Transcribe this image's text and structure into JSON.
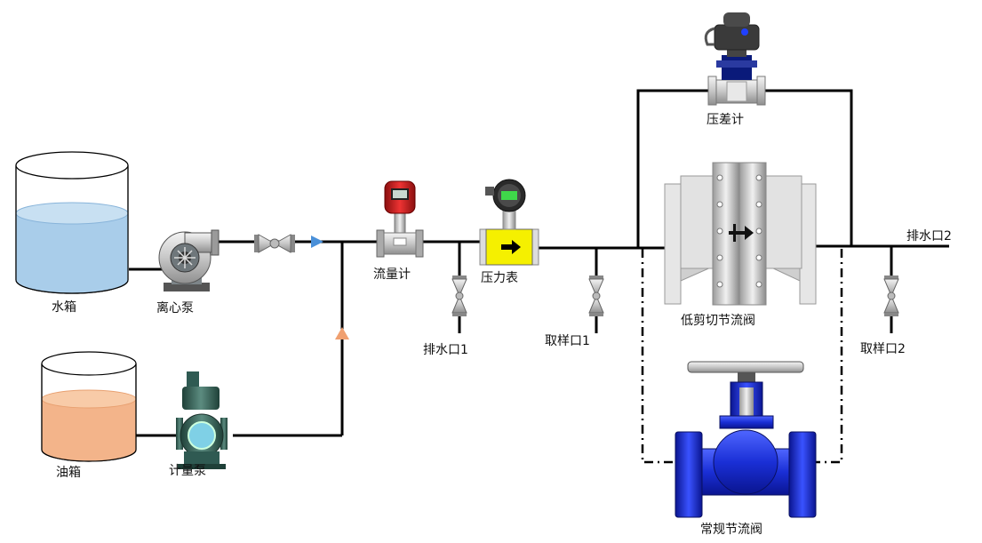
{
  "labels": {
    "water_tank": "水箱",
    "centrifugal_pump": "离心泵",
    "oil_tank": "油箱",
    "metering_pump": "计量泵",
    "flowmeter": "流量计",
    "pressure_gauge": "压力表",
    "drain_1": "排水口1",
    "sample_1": "取样口1",
    "diff_pressure_meter": "压差计",
    "low_shear_valve": "低剪切节流阀",
    "drain_2": "排水口2",
    "sample_2": "取样口2",
    "conventional_valve": "常规节流阀"
  },
  "colors": {
    "water": "#a9cdea",
    "oil": "#f3b48a",
    "pipe": "#000000",
    "flow_arrow_water": "#4a90d9",
    "flow_arrow_oil": "#f0a070",
    "pressure_gauge_body": "#f5f000",
    "conventional_valve_body": "#1a2fd6",
    "flowmeter_head": "#d02020",
    "pump_body": "#9aa4aa",
    "metering_pump_body": "#2f5a52"
  },
  "icons": {
    "flow_direction_arrow": "arrow-right-icon",
    "pressure_gauge_arrow": "arrow-right-icon",
    "valve_direction_arrow": "arrow-right-icon"
  }
}
